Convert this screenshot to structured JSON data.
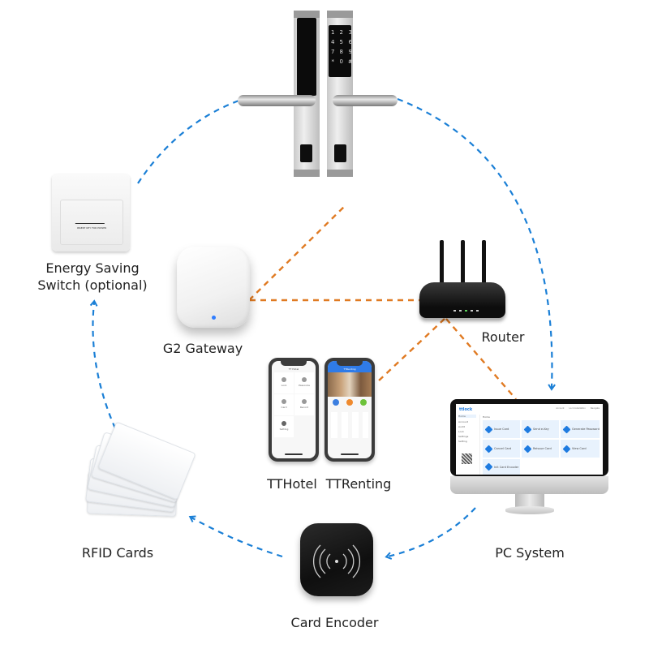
{
  "diagram": {
    "title": "Smart Lock System Topology",
    "colors": {
      "blue_flow": "#1a7fd6",
      "orange_network": "#e07a22",
      "label_text": "#222222"
    },
    "nodes": {
      "door_lock": {
        "label": "",
        "keypad_keys": [
          "1",
          "2",
          "3",
          "4",
          "5",
          "6",
          "7",
          "8",
          "9",
          "*",
          "0",
          "#"
        ]
      },
      "energy_switch": {
        "label_line1": "Energy Saving",
        "label_line2": "Switch (optional)",
        "plate_text": "INSERT KEY FOR POWER"
      },
      "gateway": {
        "label": "G2 Gateway"
      },
      "router": {
        "label": "Router"
      },
      "tthotel": {
        "label": "TTHotel",
        "screen_title": "TT Hotel",
        "tiles": [
          "Lock",
          "Passcode",
          "Card",
          "Record",
          "Setting"
        ]
      },
      "ttrenting": {
        "label": "TTRenting",
        "screen_title": "TTRenting"
      },
      "pc_system": {
        "label": "PC System",
        "logo": "ttlock",
        "top_links": [
          "Account",
          "Lock Installation",
          "Navigate"
        ],
        "sidebar": [
          "Home",
          "Account",
          "Audit",
          "Lock",
          "Settings",
          "Setting"
        ],
        "section": "Home",
        "cards": [
          "Issue Card",
          "Send e-Key",
          "Generate Password",
          "Cancel Card",
          "Reissue Card",
          "View Card",
          "Init Card Encoder"
        ]
      },
      "rfid_cards": {
        "label": "RFID Cards"
      },
      "card_encoder": {
        "label": "Card Encoder"
      }
    },
    "connections": {
      "blue_flow": [
        {
          "from": "energy_switch",
          "to": "door_lock"
        },
        {
          "from": "door_lock",
          "to": "pc_system"
        },
        {
          "from": "pc_system",
          "to": "card_encoder"
        },
        {
          "from": "card_encoder",
          "to": "rfid_cards"
        },
        {
          "from": "rfid_cards",
          "to": "energy_switch"
        }
      ],
      "orange_network": [
        {
          "from": "gateway",
          "to": "door_lock"
        },
        {
          "from": "gateway",
          "to": "router"
        },
        {
          "from": "router",
          "to": "ttrenting"
        },
        {
          "from": "router",
          "to": "pc_system"
        }
      ]
    }
  }
}
